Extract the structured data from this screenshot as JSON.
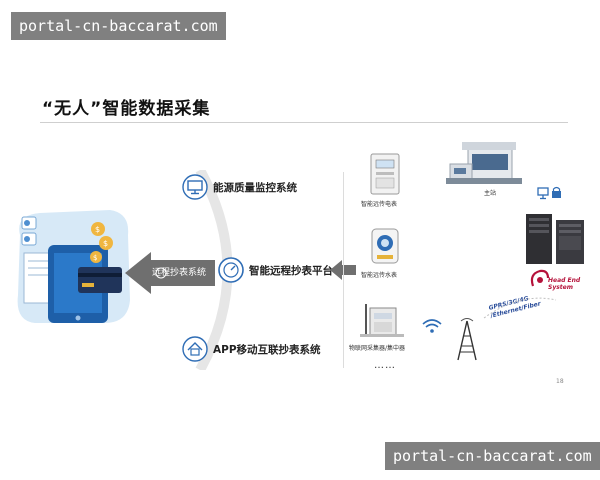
{
  "watermark": {
    "text": "portal-cn-baccarat.com"
  },
  "slide": {
    "title": "“无人”智能数据采集",
    "page_number": "18"
  },
  "left_systems": {
    "top": "能源质量监控系统",
    "center": "智能远程抄表平台",
    "bottom": "APP移动互联抄表系统",
    "arrow_label": "远程抄表系统"
  },
  "devices": {
    "meter_electric": "智能远传电表",
    "meter_water": "智能远传水表",
    "iot_collector": "物联网采集器/集中器",
    "ellipsis": "……"
  },
  "network": {
    "station": "主站",
    "protocols": "GPRS/3G/4G /Ethernet/Fiber",
    "head_end_line1": "Head End",
    "head_end_line2": "System"
  },
  "colors": {
    "accent_blue": "#2f6db5",
    "arrow_gray": "#6f6f6f",
    "head_end_red": "#b5123a",
    "light_blue": "#cfe2f3"
  }
}
